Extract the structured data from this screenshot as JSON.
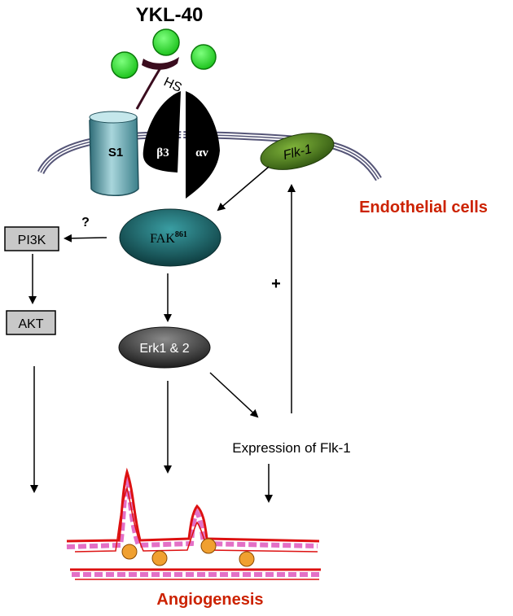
{
  "title": "YKL-40",
  "labels": {
    "hs": "HS",
    "s1": "S1",
    "beta3": "β3",
    "alpha_v": "αv",
    "flk1": "Flk-1",
    "endothelial_cells": "Endothelial cells",
    "fak": "FAK",
    "fak_site": "861",
    "question": "?",
    "plus": "+",
    "pi3k": "PI3K",
    "akt": "AKT",
    "erk": "Erk1 & 2",
    "expression": "Expression of Flk-1",
    "angiogenesis": "Angiogenesis"
  },
  "colors": {
    "ligand": "#22dd22",
    "hs_chain": "#3a0c1e",
    "s1": "#5f9ea8",
    "integrin": "#000000",
    "flk1": "#4a7a1a",
    "fak": "#1f6e72",
    "erk": "#444444",
    "box": "#c8c8c8",
    "red_label": "#cc2200",
    "vessel": "#dd1111",
    "vessel_cells": "#e060c0",
    "nuclei": "#f0a030"
  }
}
